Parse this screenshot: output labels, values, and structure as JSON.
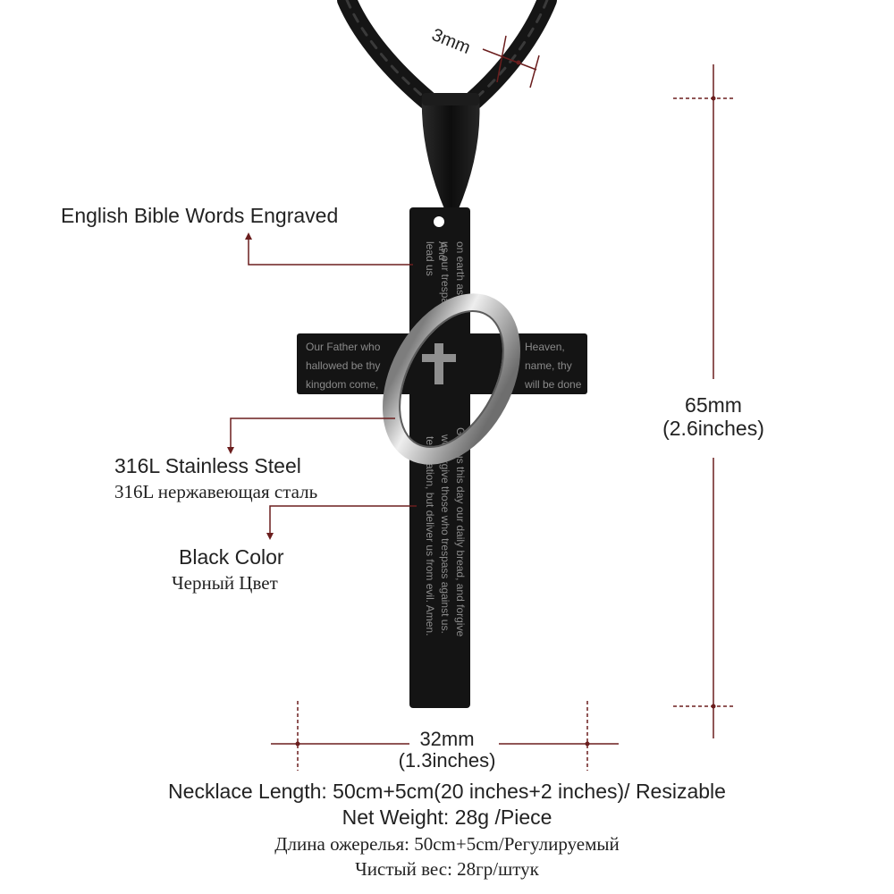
{
  "colors": {
    "background": "#ffffff",
    "dimension_line": "#6b1e1e",
    "pendant": "#141414",
    "engraving": "#8a8a8a",
    "ring": "#c8c8c8",
    "text": "#222222"
  },
  "labels": {
    "thickness": "3mm",
    "engraving_en": "English Bible Words Engraved",
    "material_en": "316L Stainless Steel",
    "material_ru": "316L нержавеющая сталь",
    "color_en": "Black Color",
    "color_ru": "Черный Цвет",
    "height_mm": "65mm",
    "height_in": "(2.6inches)",
    "width_mm": "32mm",
    "width_in": "(1.3inches)"
  },
  "footer": {
    "length_en": "Necklace Length: 50cm+5cm(20 inches+2 inches)/ Resizable",
    "weight_en": "Net Weight: 28g /Piece",
    "length_ru": "Длина ожерелья: 50cm+5cm/Регулируемый",
    "weight_ru": "Чистый вес: 28гр/штук"
  },
  "engraving": {
    "crossbar_left": [
      "Our Father who",
      "hallowed be thy",
      "kingdom come,"
    ],
    "crossbar_right": [
      "Heaven,",
      "name, thy",
      "will be done"
    ],
    "upper_col_1": "on earth as it is",
    "upper_col_2": "us our trespas",
    "upper_col_3": "lead us",
    "upper_col_4": "And",
    "lower_col_1": "Give us this day our daily bread, and forgive",
    "lower_col_2": "we forgive those who trespass against us.",
    "lower_col_3": "temptation, but deliver us from evil. Amen."
  },
  "icons": [
    "chain",
    "pendant-bail",
    "cross-pendant",
    "cross-emblem",
    "ring"
  ]
}
